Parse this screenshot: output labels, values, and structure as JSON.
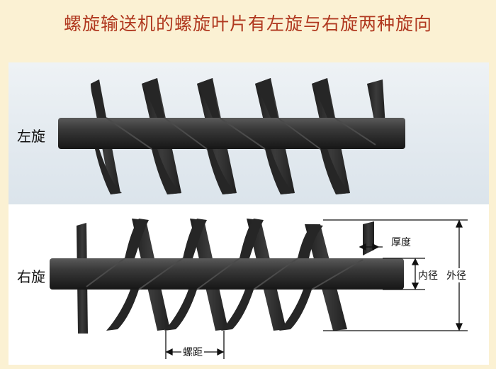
{
  "title": "螺旋输送机的螺旋叶片有左旋与右旋两种旋向",
  "left_label": "左旋",
  "right_label": "右旋",
  "thickness_label": "厚度",
  "inner_diameter_label": "内径",
  "outer_diameter_label": "外径",
  "pitch_label": "螺距",
  "colors": {
    "title": "#b0381f",
    "background": "#fbf1d3",
    "metal": "#2b2b2b"
  }
}
